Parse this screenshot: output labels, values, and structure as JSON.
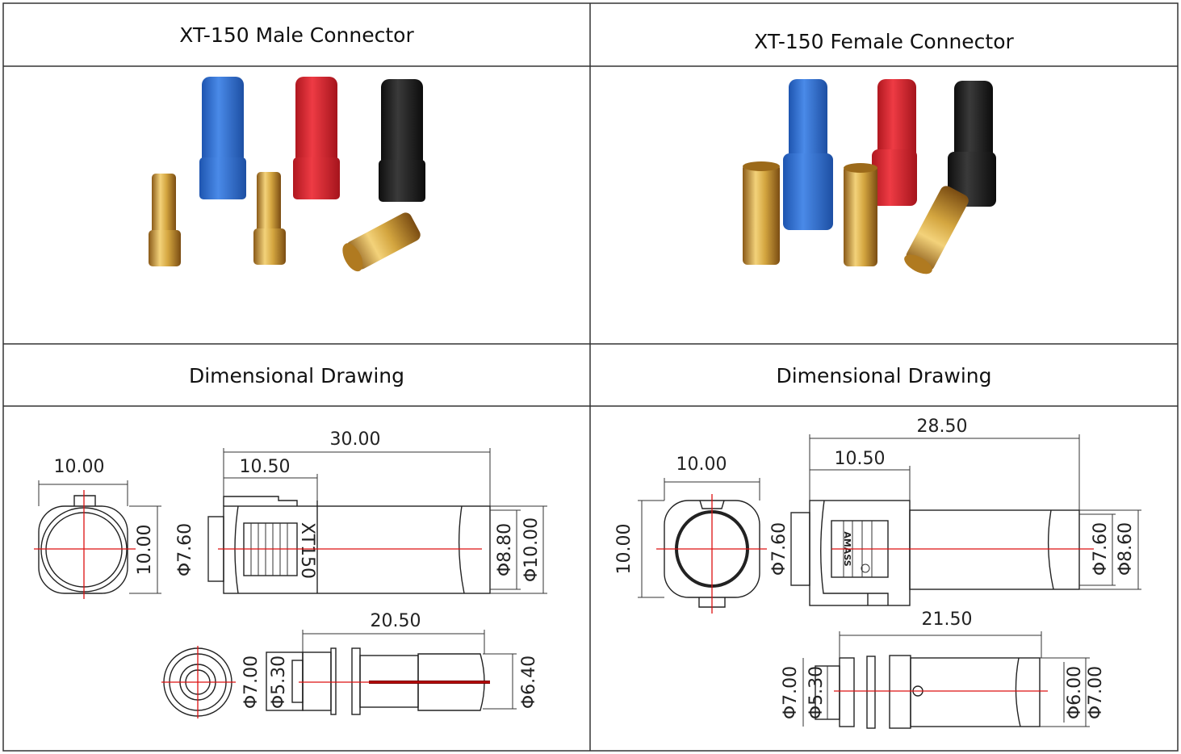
{
  "headers": {
    "male_title": "XT-150 Male Connector",
    "female_title": "XT-150 Female Connector",
    "male_drawing_title": "Dimensional Drawing",
    "female_drawing_title": "Dimensional Drawing"
  },
  "colors": {
    "blue": "#2f6fd0",
    "red": "#d8262f",
    "black": "#1c1c1c",
    "gold": "#d4a640",
    "centerline": "#d11111"
  },
  "male_drawing": {
    "front_width": "10.00",
    "front_height": "10.00",
    "overall_length": "30.00",
    "housing_length": "10.50",
    "dia_cap": "Φ7.60",
    "dia_inner": "Φ8.80",
    "dia_outer": "Φ10.00",
    "housing_label": "XT150",
    "pin_length": "20.50",
    "pin_dia_collar": "Φ7.00",
    "pin_dia_base": "Φ5.30",
    "pin_dia_tip": "Φ6.40"
  },
  "female_drawing": {
    "front_width": "10.00",
    "front_height": "10.00",
    "overall_length": "28.50",
    "housing_length": "10.50",
    "dia_cap": "Φ7.60",
    "dia_inner": "Φ7.60",
    "dia_outer": "Φ8.60",
    "housing_label": "AMASS",
    "pin_length": "21.50",
    "pin_dia_collar": "Φ7.00",
    "pin_dia_base": "Φ5.30",
    "pin_dia_inner": "Φ6.00",
    "pin_dia_outer": "Φ7.00"
  }
}
